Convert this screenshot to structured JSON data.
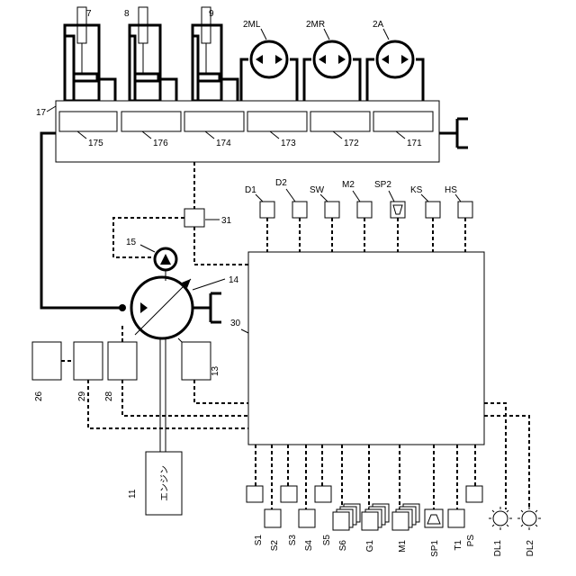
{
  "cylinders": [
    "7",
    "8",
    "9"
  ],
  "motors": [
    "2ML",
    "2MR",
    "2A"
  ],
  "valve_block": {
    "label": "17",
    "sections": [
      "175",
      "176",
      "174",
      "173",
      "172",
      "171"
    ]
  },
  "pump": {
    "main_pump": "14",
    "pilot_pump": "15",
    "engine_label": "エンジン",
    "engine_ref": "11"
  },
  "controller": "30",
  "valve_31": "31",
  "box_13": "13",
  "left_boxes": [
    "26",
    "29",
    "28"
  ],
  "top_sensors": [
    "D1",
    "D2",
    "SW",
    "M2",
    "SP2",
    "KS",
    "HS"
  ],
  "bottom_row_upper": [
    "S1",
    "S3",
    "S5",
    "PS"
  ],
  "bottom_row_lower": [
    "S2",
    "S4",
    "S6",
    "G1",
    "M1",
    "SP1",
    "T1"
  ],
  "lamps": [
    "DL1",
    "DL2"
  ]
}
